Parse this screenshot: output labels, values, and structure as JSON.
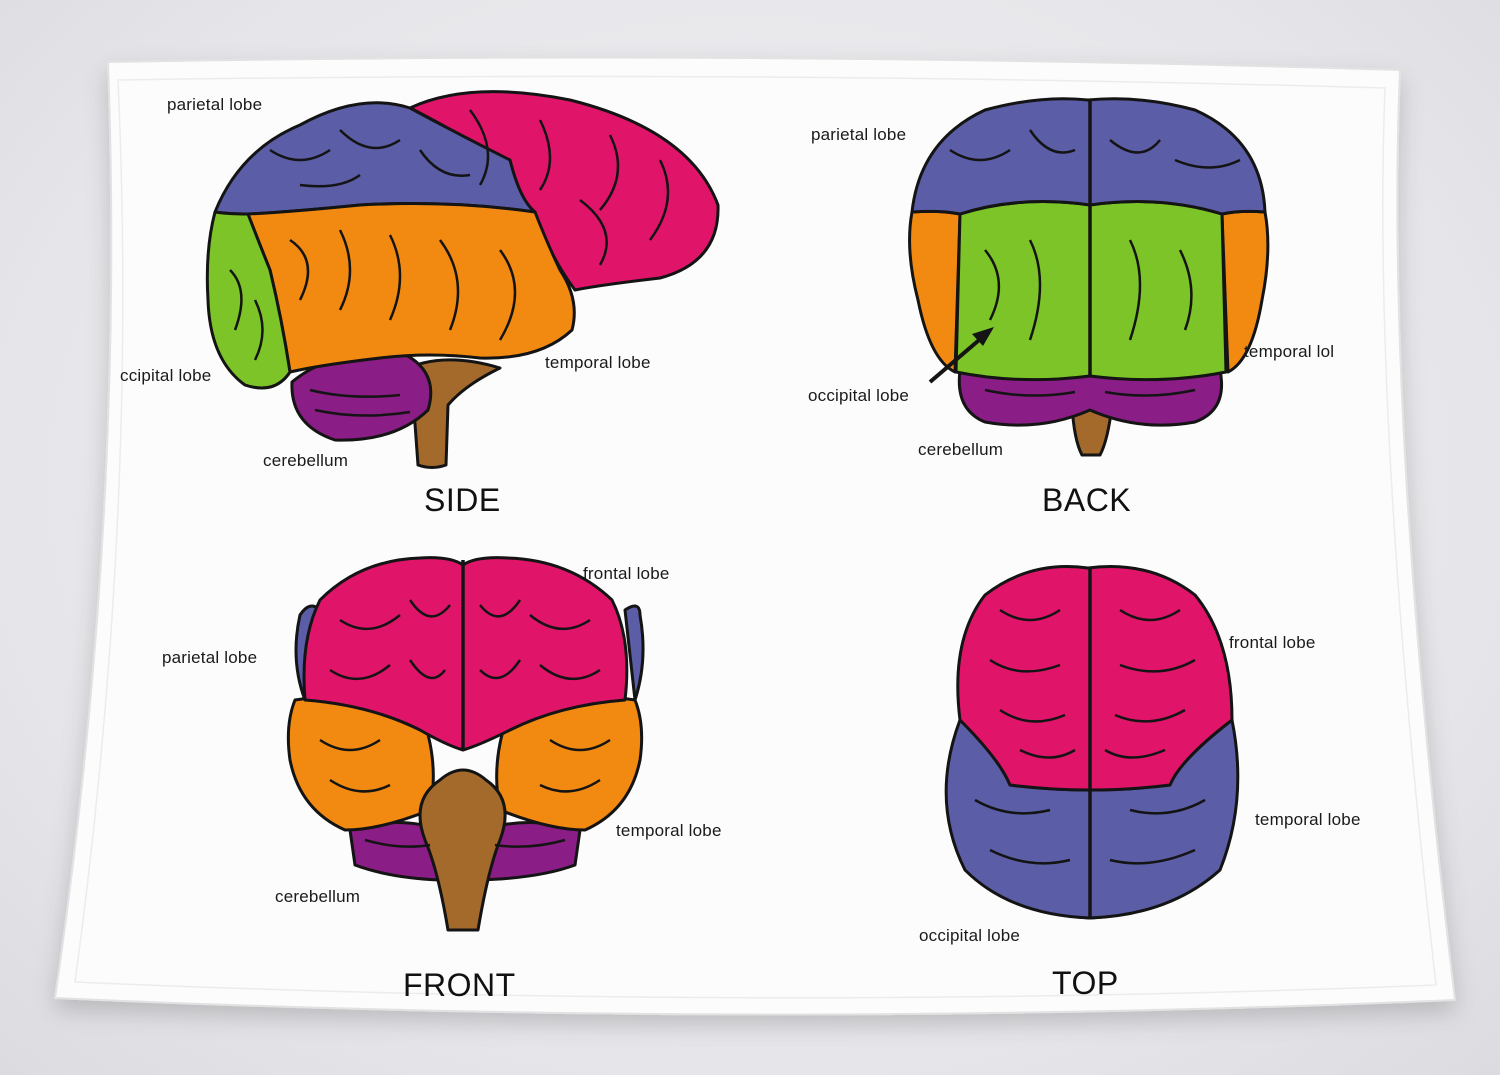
{
  "colors": {
    "parietal": "#5b5da6",
    "frontal": "#e0156a",
    "temporal": "#f28a12",
    "occipital": "#7cc427",
    "cerebellum": "#8a1d86",
    "brainstem": "#a46a2c",
    "outline": "#141414"
  },
  "diagrams": {
    "side": {
      "title": "SIDE",
      "labels": {
        "parietal": "parietal lobe",
        "occipital": "ccipital lobe",
        "temporal": "temporal lobe",
        "cerebellum": "cerebellum"
      }
    },
    "back": {
      "title": "BACK",
      "labels": {
        "parietal": "parietal lobe",
        "temporal": "temporal lol",
        "occipital": "occipital lobe",
        "cerebellum": "cerebellum"
      }
    },
    "front": {
      "title": "FRONT",
      "labels": {
        "frontal": "frontal lobe",
        "parietal": "parietal lobe",
        "temporal": "temporal lobe",
        "cerebellum": "cerebellum"
      }
    },
    "top": {
      "title": "TOP",
      "labels": {
        "frontal": "frontal lobe",
        "temporal": "temporal lobe",
        "occipital": "occipital lobe"
      }
    }
  }
}
